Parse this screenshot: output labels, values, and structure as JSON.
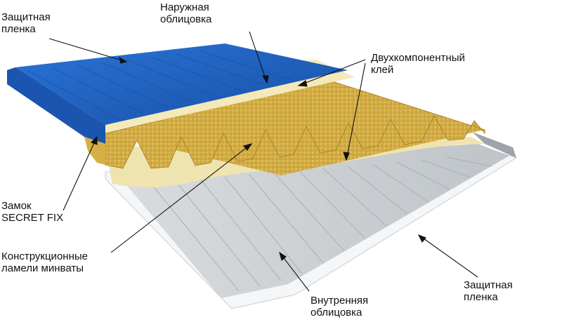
{
  "labels": {
    "protective_film_top": [
      "Защитная",
      "пленка"
    ],
    "outer_facing": [
      "Наружная",
      "облицовка"
    ],
    "two_component_glue": [
      "Двухкомпонентный",
      "клей"
    ],
    "lock": [
      "Замок",
      "SECRET FIX"
    ],
    "mineral_wool_lamellas": [
      "Конструкционные",
      "ламели минваты"
    ],
    "inner_facing": [
      "Внутренняя",
      "облицовка"
    ],
    "protective_film_bottom": [
      "Защитная",
      "пленка"
    ]
  },
  "colors": {
    "protective_film_blue": "#1f63c4",
    "outer_facing_cream": "#f4e9b9",
    "mineral_wool": "#d8b44a",
    "glue_layer": "#efe4b0",
    "inner_facing_gray": "#cfd3d6",
    "inner_film_white": "#f2f4f5",
    "leader_line": "#111111"
  }
}
